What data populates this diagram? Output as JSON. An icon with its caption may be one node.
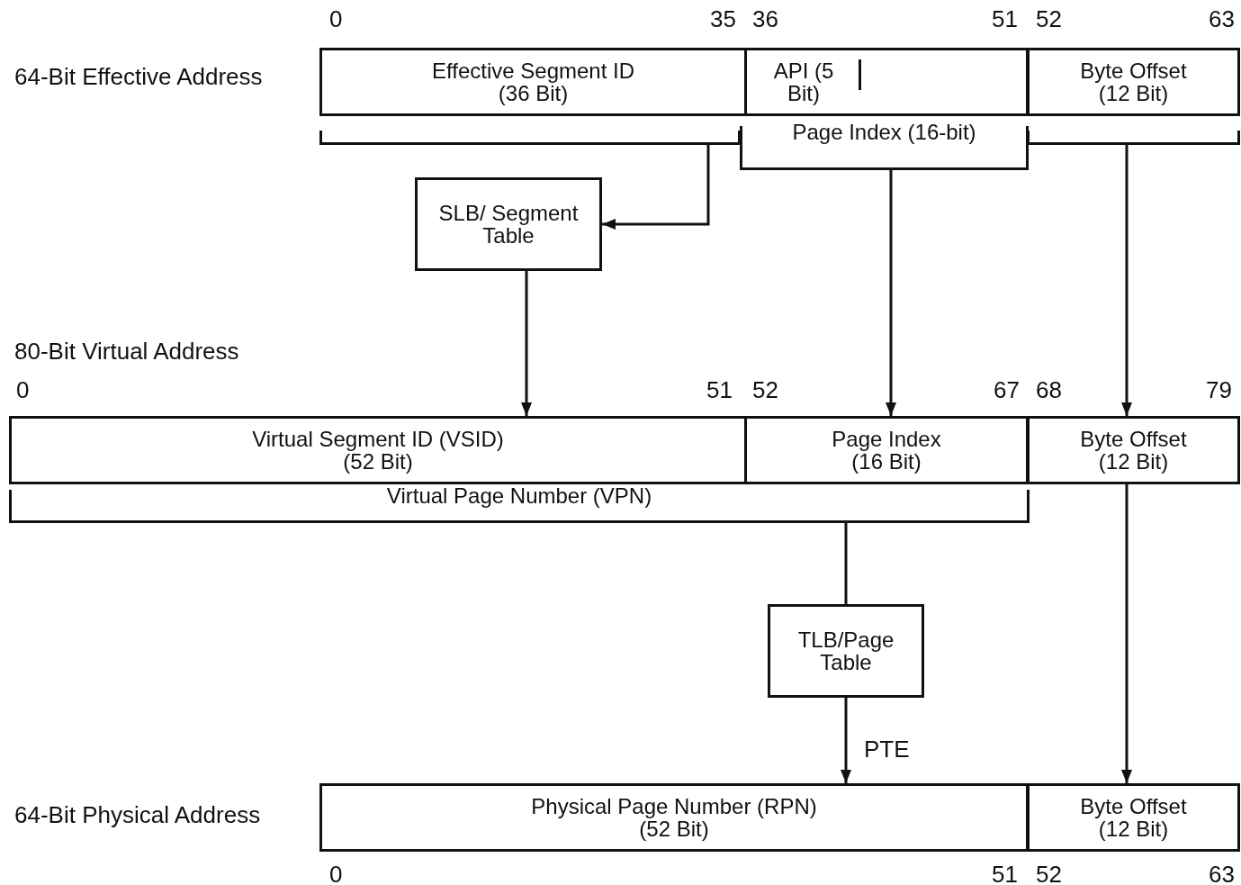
{
  "diagram": {
    "nodes": [
      {
        "text": [
          "Effective Segment ID (36 Bit)"
        ]
      },
      {
        "text": [
          "API (5 Bit)"
        ]
      },
      {
        "text": [
          "Byte Offset (12 Bit)"
        ]
      },
      {
        "text": [],
        "shape": "bracket"
      },
      {
        "text": [
          "Page Index (16-bit)"
        ]
      },
      {
        "text": [],
        "shape": "bracket"
      },
      {
        "text": [
          "SLB/ Segment Table"
        ]
      },
      {
        "text": [
          "Virtual Segment ID (VSID) (52 Bit)"
        ]
      },
      {
        "text": [
          "Page Index (16 Bit)"
        ]
      },
      {
        "text": [
          "Byte Offset (12 Bit)"
        ]
      },
      {
        "text": [
          "Virtual Page Number (VPN)"
        ]
      },
      {
        "text": [
          "TLB/Page Table"
        ]
      },
      {
        "text": [
          "Physical Page Number (RPN) (52 Bit)"
        ]
      },
      {
        "text": [
          "Byte Offset (12 Bit)"
        ]
      }
    ],
    "edges": [
      {
        "from": 3,
        "to": 6,
        "arrow": "to"
      },
      {
        "from": 4,
        "to": 8,
        "arrow": "to"
      },
      {
        "from": 5,
        "to": 9,
        "arrow": "to"
      },
      {
        "from": 6,
        "to": 7,
        "arrow": "to"
      },
      {
        "from": 10,
        "to": 11,
        "arrow": "none"
      },
      {
        "from": 11,
        "to": 12,
        "arrow": "to",
        "label": "PTE"
      },
      {
        "from": 9,
        "to": 13,
        "arrow": "to"
      }
    ],
    "labels": [
      "0",
      "35",
      "36",
      "51",
      "52",
      "63",
      "64-Bit Effective Address",
      "80-Bit Virtual Address",
      "0",
      "51",
      "52",
      "67",
      "68",
      "79",
      "64-Bit Physical Address",
      "0",
      "51",
      "52",
      "63"
    ]
  }
}
